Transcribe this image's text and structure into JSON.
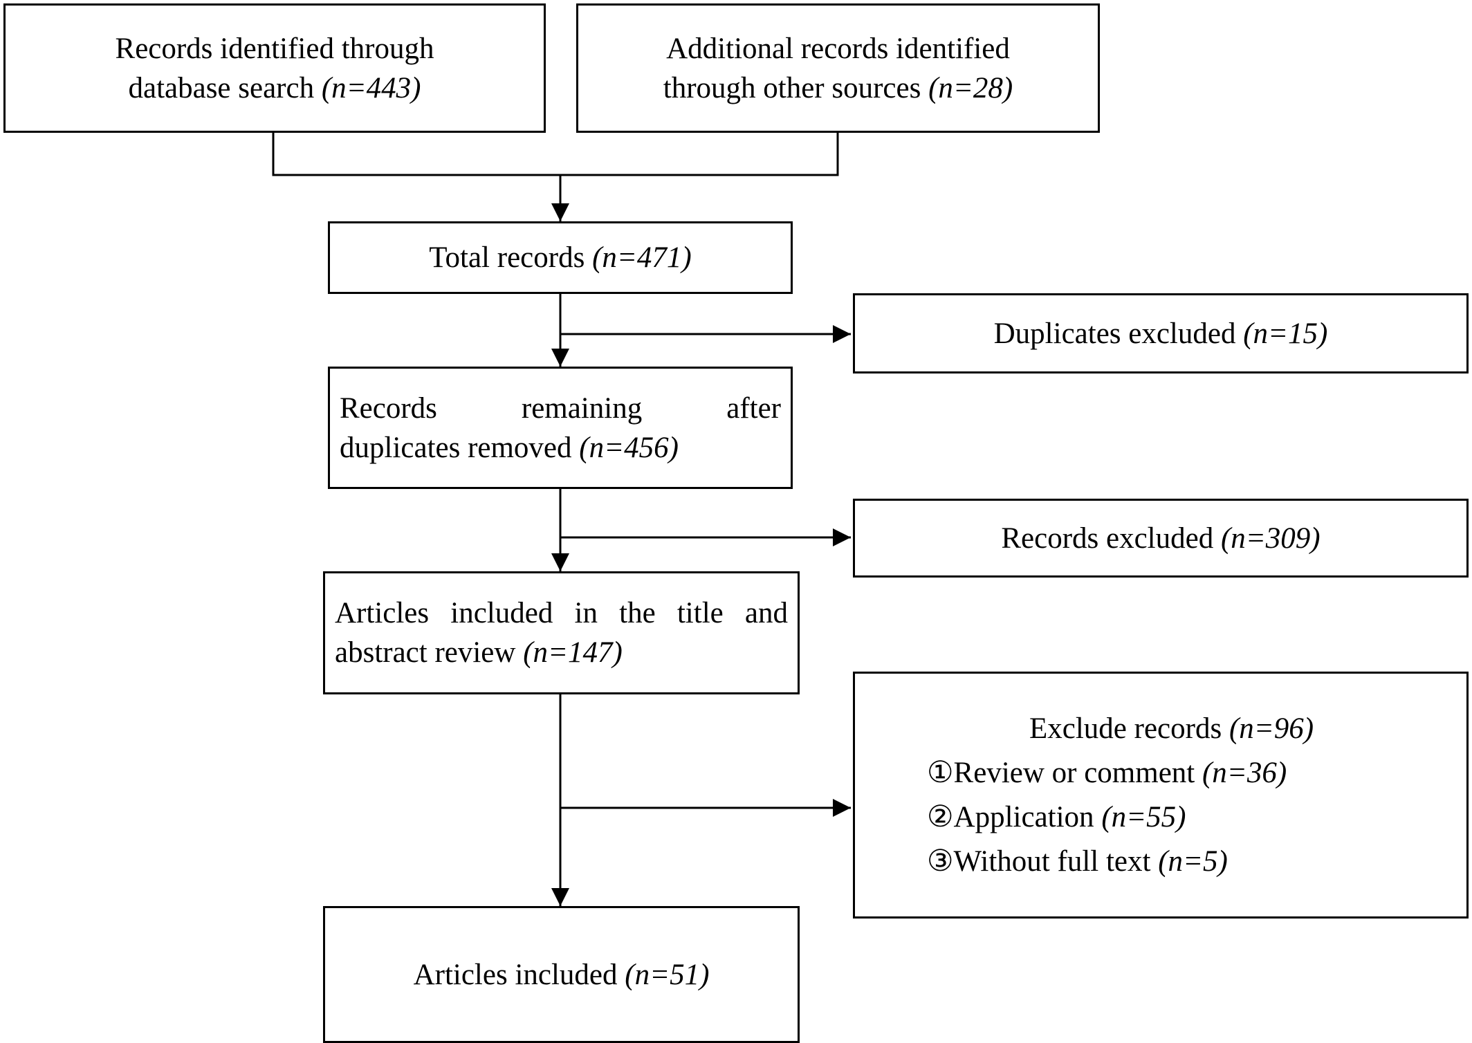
{
  "boxes": {
    "database": {
      "line1": "Records identified through",
      "line2": "database search ",
      "n": "(n=443)"
    },
    "other_sources": {
      "line1": "Additional records identified",
      "line2": "through other sources ",
      "n": "(n=28)"
    },
    "total": {
      "text": "Total records ",
      "n": "(n=471)"
    },
    "duplicates": {
      "text": "Duplicates excluded ",
      "n": "(n=15)"
    },
    "remaining": {
      "line1": "Records remaining after",
      "line2": "duplicates removed ",
      "n": "(n=456)"
    },
    "records_excluded": {
      "text": "Records excluded ",
      "n": "(n=309)"
    },
    "title_abstract": {
      "line1": "Articles included in the title and",
      "line2": "abstract review ",
      "n": "(n=147)"
    },
    "exclude_records": {
      "title": "Exclude records ",
      "n": "(n=96)",
      "items": [
        {
          "text": "①Review or comment ",
          "n": "(n=36)"
        },
        {
          "text": "②Application ",
          "n": "(n=55)"
        },
        {
          "text": "③Without full text ",
          "n": "(n=5)"
        }
      ]
    },
    "included": {
      "text": "Articles included ",
      "n": "(n=51)"
    }
  }
}
